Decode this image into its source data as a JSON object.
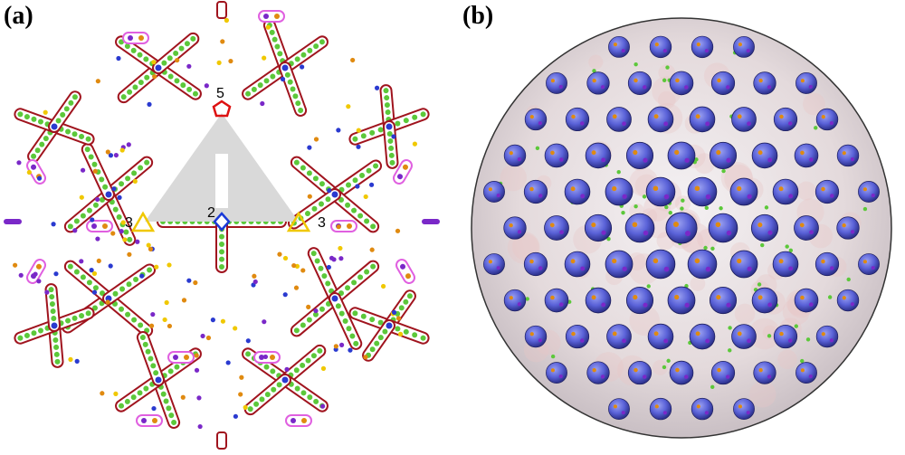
{
  "panels": [
    {
      "letter": "(a)"
    },
    {
      "letter": "(b)"
    }
  ],
  "symmetry_labels": {
    "fivefold": "5",
    "twofold": "2",
    "threefold_left": "3",
    "threefold_right": "3"
  },
  "colors": {
    "red_outline": "#a0141e",
    "magenta_outline": "#e060e0",
    "green_bead": "#5cc83a",
    "blue_bead": "#2a3ad0",
    "purple_bead": "#7a28c8",
    "orange_bead": "#e08a10",
    "yellow_marker": "#f0c800",
    "grey_triangle": "#d9d9d9",
    "capsid_surface": "#e6e6ea",
    "capsomer_blue": "#5a62d8"
  }
}
